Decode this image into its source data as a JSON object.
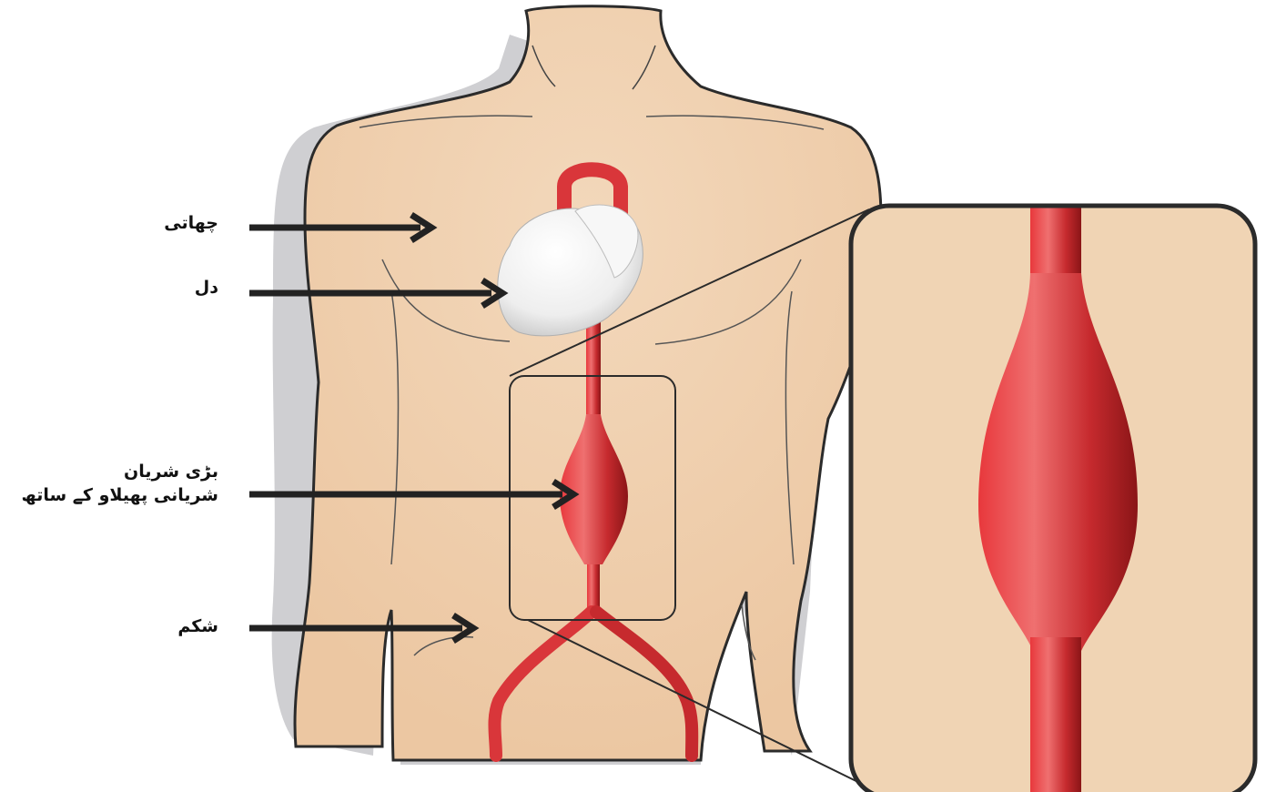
{
  "labels": {
    "chest": "چھاتی",
    "heart": "دل",
    "aorta_line1": "بڑی شریان",
    "aorta_line2": "شریانی پھیلاو کے ساتھ",
    "abdomen": "شکم"
  },
  "colors": {
    "skin": "#f1d2b1",
    "skin_shadow": "#c9c9cc",
    "outline": "#2b2b2b",
    "artery": "#d9363a",
    "artery_dark": "#8f1518",
    "artery_light": "#f07b7b",
    "heart": "#f4f4f4"
  }
}
